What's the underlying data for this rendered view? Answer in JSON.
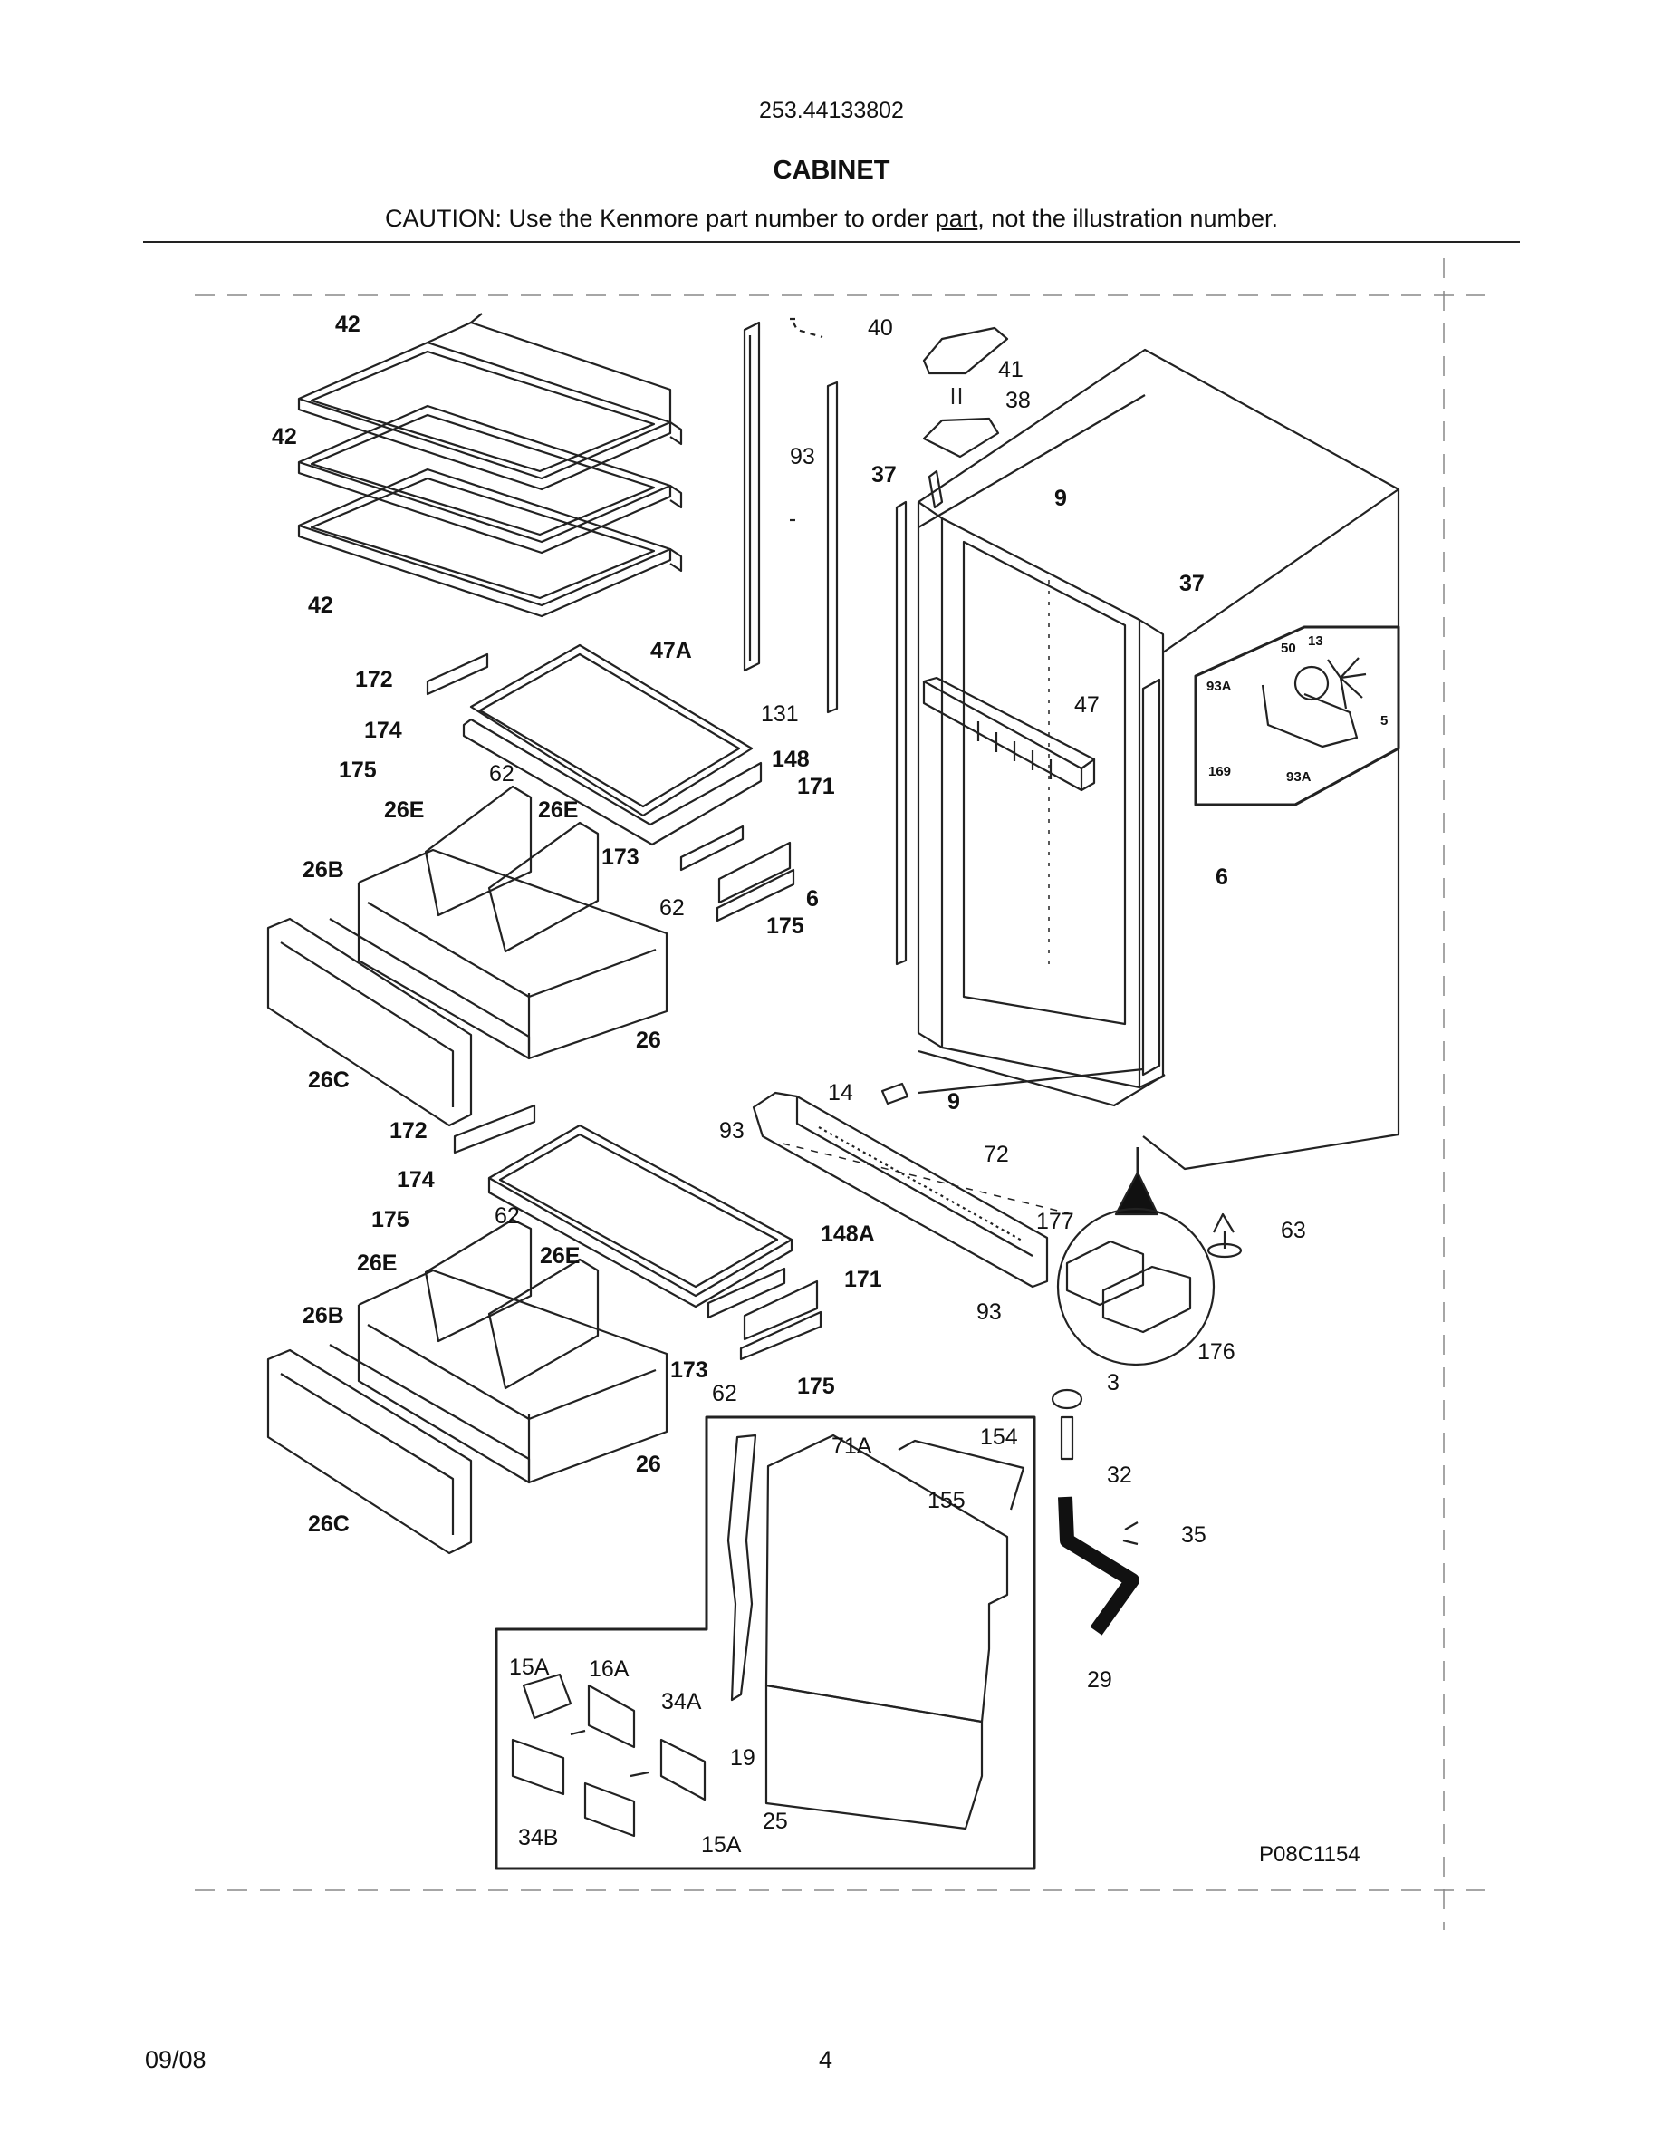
{
  "header": {
    "model_number": "253.44133802",
    "section_title": "CABINET",
    "caution_prefix": "CAUTION: Use the Kenmore part number to order ",
    "caution_underlined": "part",
    "caution_suffix": ", not the illustration number."
  },
  "diagram": {
    "figure_code": "P08C1154",
    "callouts": {
      "c42a": "42",
      "c42b": "42",
      "c42c": "42",
      "c93a": "93",
      "c131": "131",
      "c40": "40",
      "c41": "41",
      "c38": "38",
      "c37a": "37",
      "c9a": "9",
      "c37b": "37",
      "c47": "47",
      "c50": "50",
      "c13": "13",
      "c93Aa": "93A",
      "c5": "5",
      "c169": "169",
      "c93Ab": "93A",
      "c6a": "6",
      "c6b": "6",
      "c172a": "172",
      "c47A": "47A",
      "c174a": "174",
      "c175a": "175",
      "c62a": "62",
      "c148": "148",
      "c171a": "171",
      "c26Ea": "26E",
      "c26Eb": "26E",
      "c173a": "173",
      "c26Ba": "26B",
      "c62b": "62",
      "c175b": "175",
      "c26a": "26",
      "c26Ca": "26C",
      "c14": "14",
      "c9b": "9",
      "c93b": "93",
      "c72": "72",
      "c172b": "172",
      "c174b": "174",
      "c175c": "175",
      "c62c": "62",
      "c148A": "148A",
      "c26Ec": "26E",
      "c26Ed": "26E",
      "c171b": "171",
      "c26Bb": "26B",
      "c173b": "173",
      "c62d": "62",
      "c175d": "175",
      "c26b": "26",
      "c26Cb": "26C",
      "c177": "177",
      "c63": "63",
      "c93c": "93",
      "c176": "176",
      "c3": "3",
      "c32": "32",
      "c35": "35",
      "c29": "29",
      "c71A": "71A",
      "c154": "154",
      "c155": "155",
      "c15Aa": "15A",
      "c16A": "16A",
      "c34A": "34A",
      "c19": "19",
      "c34B": "34B",
      "c15Ab": "15A",
      "c25": "25"
    }
  },
  "footer": {
    "date": "09/08",
    "page_number": "4"
  }
}
